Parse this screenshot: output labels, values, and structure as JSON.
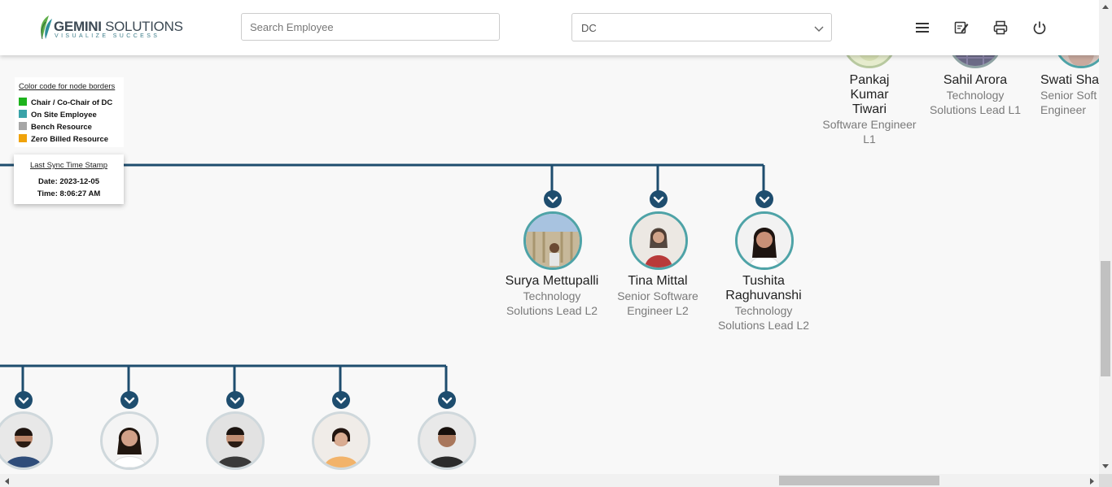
{
  "header": {
    "logo": {
      "name_bold": "GEMINI",
      "name_light": " SOLUTIONS",
      "tagline": "VISUALIZE SUCCESS"
    },
    "search": {
      "placeholder": "Search Employee",
      "value": ""
    },
    "department_select": {
      "value": "DC"
    },
    "icons": [
      "menu-icon",
      "edit-note-icon",
      "print-icon",
      "power-icon"
    ]
  },
  "legend": {
    "title": "Color code for node borders",
    "items": [
      {
        "label": "Chair / Co-Chair of DC",
        "color": "#1db31d"
      },
      {
        "label": "On Site Employee",
        "color": "#3aa3a8"
      },
      {
        "label": "Bench Resource",
        "color": "#a6a6a6"
      },
      {
        "label": "Zero Billed Resource",
        "color": "#f0a30a"
      }
    ]
  },
  "sync": {
    "title": "Last Sync Time Stamp",
    "date": "Date: 2023-12-05",
    "time": "Time: 8:06:27 AM"
  },
  "top_nodes": [
    {
      "name": "Pankaj Kumar Tiwari",
      "role": "Software Engineer L1"
    },
    {
      "name": "Sahil Arora",
      "role": "Technology Solutions Lead L1"
    },
    {
      "name": "Swati Sha",
      "role": "Senior Soft Engineer"
    }
  ],
  "middle_nodes": [
    {
      "name": "Surya Mettupalli",
      "role": "Technology Solutions Lead L2"
    },
    {
      "name": "Tina Mittal",
      "role": "Senior Software Engineer L2"
    },
    {
      "name": "Tushita Raghuvanshi",
      "role": "Technology Solutions Lead L2"
    }
  ],
  "colors": {
    "connector": "#1e4d6e",
    "on_site_border": "#4ea3a7"
  }
}
